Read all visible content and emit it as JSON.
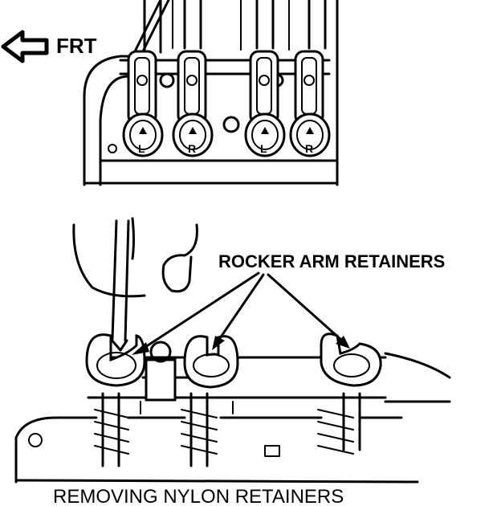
{
  "top_view": {
    "direction_label": "FRT",
    "valve_marks": [
      "L",
      "R",
      "L",
      "R"
    ]
  },
  "bottom_view": {
    "callout_label": "ROCKER ARM RETAINERS"
  },
  "caption": "REMOVING NYLON RETAINERS"
}
